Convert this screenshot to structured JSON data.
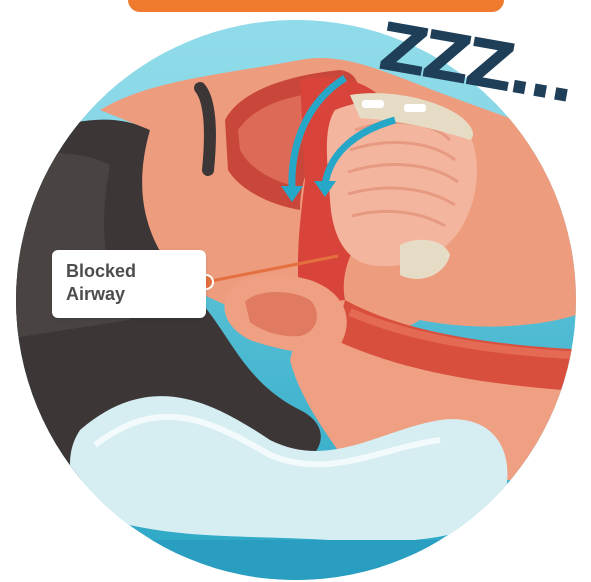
{
  "callout": {
    "line1": "Blocked",
    "line2": "Airway"
  },
  "sleep_text": "ZZZ...",
  "colors": {
    "skin": "#ee9c7e",
    "airway": "#d8443a",
    "throat_inner": "#f4b59f",
    "hair": "#3c3736",
    "pillow": "#d6eef2",
    "background_circle": "#36b7d1",
    "airflow_arrows": "#27a7c7",
    "accent_banner": "#f07a2e",
    "zzz": "#1f3f59"
  },
  "icons": {
    "airflow": "down-arrow-icon",
    "callout_pointer": "dot-pointer-icon"
  }
}
